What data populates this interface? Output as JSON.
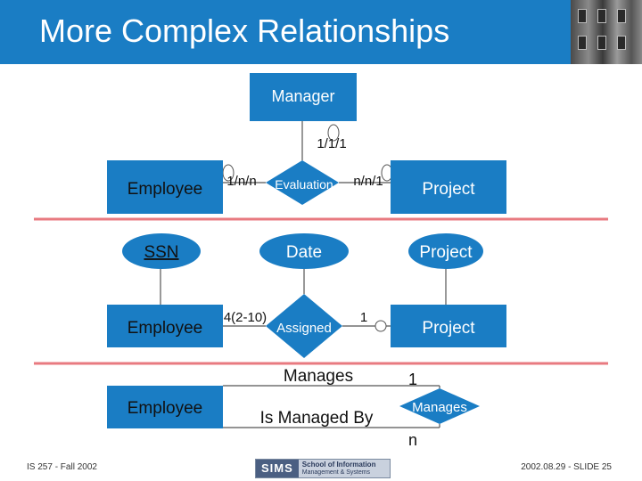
{
  "slide": {
    "title": "More Complex Relationships",
    "footer_left": "IS 257 - Fall 2002",
    "footer_right": "2002.08.29 - SLIDE 25",
    "logo": {
      "sims": "SIMS",
      "line1": "School of Information",
      "line2": "Management & Systems"
    }
  },
  "diagram": {
    "entities": {
      "manager": "Manager",
      "employee1": "Employee",
      "project1": "Project",
      "employee2": "Employee",
      "project2": "Project",
      "employee3": "Employee"
    },
    "attributes": {
      "ssn": "SSN",
      "date": "Date",
      "project_attr": "Project"
    },
    "relationships": {
      "evaluation": "Evaluation",
      "assigned": "Assigned",
      "manages_diamond": "Manages"
    },
    "cardinalities": {
      "manager_eval": "1/1/1",
      "employee_eval": "1/n/n",
      "project_eval": "n/n/1",
      "employee_assigned": "4(2-10)",
      "project_assigned": "1",
      "manages_top": "1",
      "manages_bottom": "n"
    },
    "role_labels": {
      "manages": "Manages",
      "is_managed_by": "Is Managed By"
    }
  },
  "colors": {
    "title_bar": "#1a7dc4",
    "shape_fill": "#1a7dc4",
    "shape_text": "#ffffff",
    "divider": "#e87a80"
  }
}
